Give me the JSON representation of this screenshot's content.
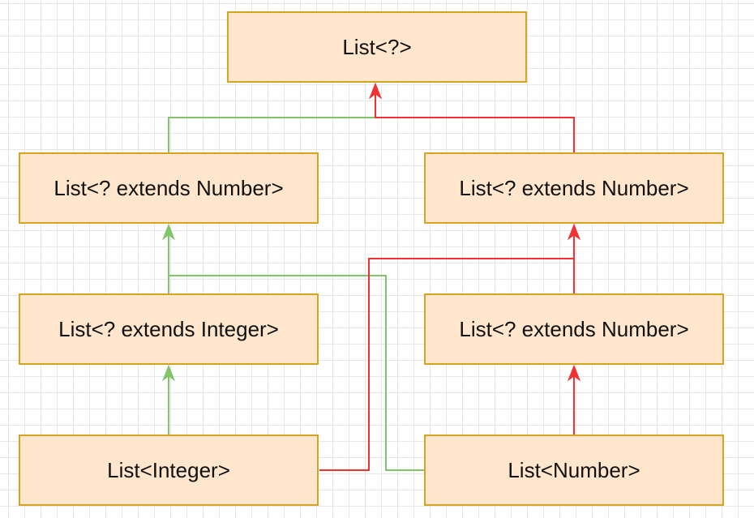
{
  "nodes": {
    "list_wildcard": "List<?>",
    "list_ext_number_left": "List<? extends Number>",
    "list_ext_number_right": "List<? extends Number>",
    "list_ext_integer": "List<? extends Integer>",
    "list_ext_number_mid": "List<? extends Number>",
    "list_integer": "List<Integer>",
    "list_number": "List<Number>"
  },
  "colors": {
    "node_fill": "#ffe6cc",
    "node_border": "#d6a420",
    "green_edge": "#82c36b",
    "red_edge": "#f03232",
    "grid": "#e6e6e6"
  }
}
